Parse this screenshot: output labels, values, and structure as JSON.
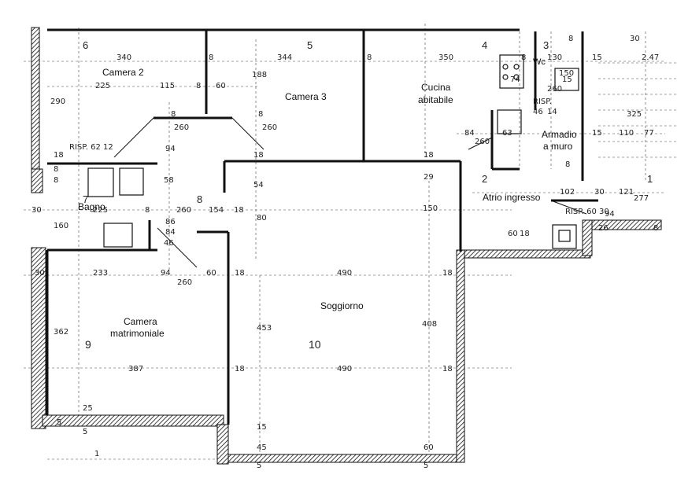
{
  "rooms": [
    {
      "id": "camera2",
      "name": "Camera 2",
      "number": "6"
    },
    {
      "id": "camera3",
      "name": "Camera 3",
      "number": "5"
    },
    {
      "id": "cucina_line1",
      "name": "Cucina"
    },
    {
      "id": "cucina_line2",
      "name": "abitabile",
      "number": "4"
    },
    {
      "id": "wc",
      "name": "Wc",
      "number": "3"
    },
    {
      "id": "armadio_line1",
      "name": "Armadio"
    },
    {
      "id": "armadio_line2",
      "name": "a muro"
    },
    {
      "id": "atrio",
      "name": "Atrio ingresso",
      "number": "2"
    },
    {
      "id": "bagno",
      "name": "Bagno",
      "number": "7"
    },
    {
      "id": "disimpegno",
      "number": "8"
    },
    {
      "id": "matrimoniale_line1",
      "name": "Camera"
    },
    {
      "id": "matrimoniale_line2",
      "name": "matrimoniale",
      "number": "9"
    },
    {
      "id": "soggiorno",
      "name": "Soggiorno",
      "number": "10"
    },
    {
      "id": "esterno",
      "number": "1"
    }
  ],
  "dimensions": [
    "340",
    "344",
    "350",
    "130",
    "15",
    "2.47",
    "30",
    "8",
    "8",
    "8",
    "8",
    "225",
    "115",
    "8",
    "60",
    "188",
    "290",
    "74",
    "150",
    "260",
    "15",
    "325",
    "RISP.",
    "46",
    "14",
    "63",
    "84",
    "260",
    "15",
    "110",
    "77",
    "8",
    "8",
    "260",
    "260",
    "94",
    "8",
    "18",
    "54",
    "18",
    "29",
    "102",
    "30",
    "121",
    "94",
    "277",
    "RISP. 62 12",
    "18",
    "8",
    "8",
    "58",
    "225",
    "8",
    "260",
    "154",
    "18",
    "80",
    "150",
    "RISP. 60 30",
    "160",
    "86",
    "84",
    "46",
    "60",
    "18",
    "26",
    "8",
    "30",
    "30",
    "233",
    "94",
    "260",
    "60",
    "18",
    "490",
    "18",
    "362",
    "453",
    "408",
    "387",
    "490",
    "18",
    "18",
    "25",
    "5",
    "15",
    "45",
    "60",
    "5",
    "5",
    "5",
    "1"
  ]
}
